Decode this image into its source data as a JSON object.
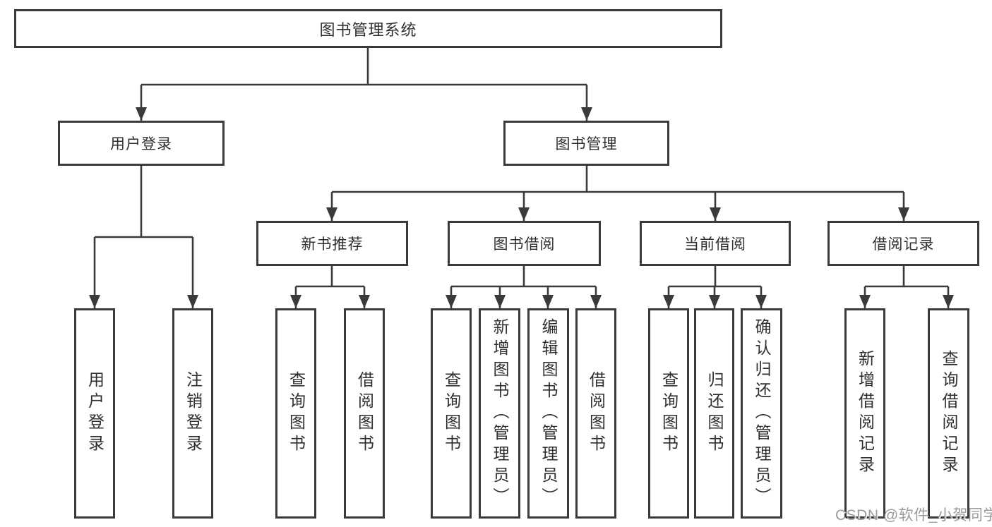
{
  "diagram": {
    "root": "图书管理系统",
    "level2": {
      "user_login": "用户登录",
      "book_mgmt": "图书管理"
    },
    "level3": {
      "new_book": "新书推荐",
      "book_borrow": "图书借阅",
      "current_borrow": "当前借阅",
      "borrow_record": "借阅记录"
    },
    "user_login_children": {
      "login": "用户登录",
      "logout": "注销登录"
    },
    "new_book_children": {
      "query_book": "查询图书",
      "borrow_book": "借阅图书"
    },
    "book_borrow_children": {
      "query_book": "查询图书",
      "add_book": "新增图书（管理员）",
      "edit_book": "编辑图书（管理员）",
      "borrow_book": "借阅图书"
    },
    "current_borrow_children": {
      "query_book": "查询图书",
      "return_book": "归还图书",
      "confirm_return": "确认归还（管理员）"
    },
    "borrow_record_children": {
      "add_record": "新增借阅记录",
      "query_record": "查询借阅记录"
    }
  },
  "watermark": "CSDN @软件_小贺同学",
  "colors": {
    "line": "#3a3a3a",
    "box_border": "#3a3a3a",
    "text": "#2f2f2f",
    "background": "#ffffff",
    "watermark": "#9c9c9c"
  }
}
